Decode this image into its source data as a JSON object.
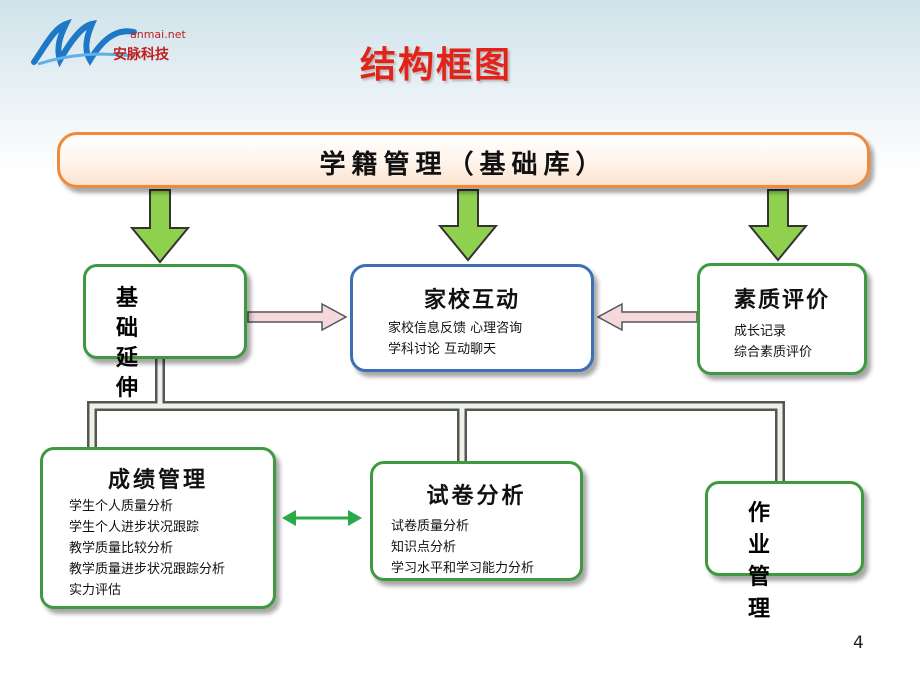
{
  "logo": {
    "text_en": "anmai.net",
    "text_cn": "安脉科技"
  },
  "slide": {
    "title": "结构框图",
    "page_number": "4"
  },
  "diagram": {
    "top": {
      "title": "学籍管理（基础库）"
    },
    "jichu": {
      "line1": "基 础",
      "line2": "延 伸"
    },
    "jiaxiao": {
      "title": "家校互动",
      "items": [
        "家校信息反馈  心理咨询",
        "学科讨论  互动聊天"
      ]
    },
    "suzhi": {
      "title": "素质评价",
      "items": [
        "成长记录",
        "综合素质评价"
      ]
    },
    "chengji": {
      "title": "成绩管理",
      "items": [
        "学生个人质量分析",
        "学生个人进步状况跟踪",
        "教学质量比较分析",
        "教学质量进步状况跟踪分析",
        "实力评估"
      ]
    },
    "shijuan": {
      "title": "试卷分析",
      "items": [
        "试卷质量分析",
        "知识点分析",
        "学习水平和学习能力分析"
      ]
    },
    "zuoye": {
      "line1": "作 业",
      "line2": "管 理"
    }
  },
  "colors": {
    "green": "#3f9a3f",
    "orange": "#f08a3a",
    "blue": "#3d6fb6",
    "title_red": "#e2231a",
    "arrow_fill": "#8fd14f"
  }
}
